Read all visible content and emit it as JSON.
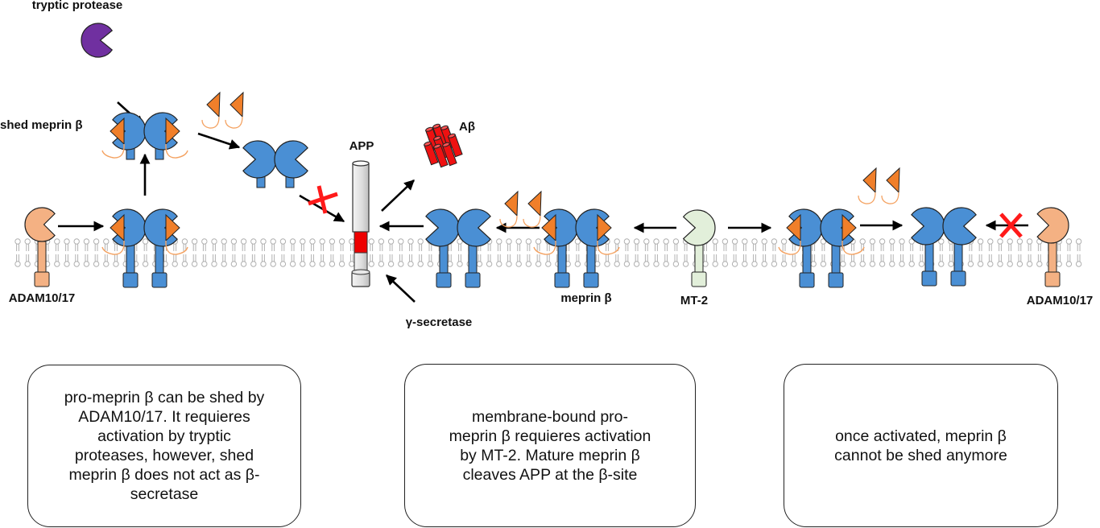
{
  "labels": {
    "tryptic_protease": "tryptic protease",
    "shed_meprin": "shed meprin β",
    "adam_left": "ADAM10/17",
    "app": "APP",
    "abeta": "Aβ",
    "gamma_secretase": "γ-secretase",
    "meprin": "meprin β",
    "mt2": "MT-2",
    "adam_right": "ADAM10/17"
  },
  "boxes": [
    {
      "text": "pro-meprin β can be shed by\nADAM10/17. It requieres\nactivation by tryptic\nproteases, however, shed\nmeprin β does not act as β-\nsecretase"
    },
    {
      "text": "membrane-bound pro-\nmeprin β requieres activation\nby MT-2. Mature meprin β\ncleaves APP at the β-site"
    },
    {
      "text": "once activated, meprin β\ncannot be shed anymore"
    }
  ],
  "colors": {
    "meprin_blue": "#4a8fd4",
    "prodomain_orange": "#f07f2a",
    "adam_peach": "#f4b183",
    "tryptic_purple": "#7030a0",
    "mt2_green": "#e2efda",
    "abeta_red": "#ee1111",
    "inhibit_red": "#ff1a1a",
    "membrane_gray": "#c8c8c8"
  }
}
